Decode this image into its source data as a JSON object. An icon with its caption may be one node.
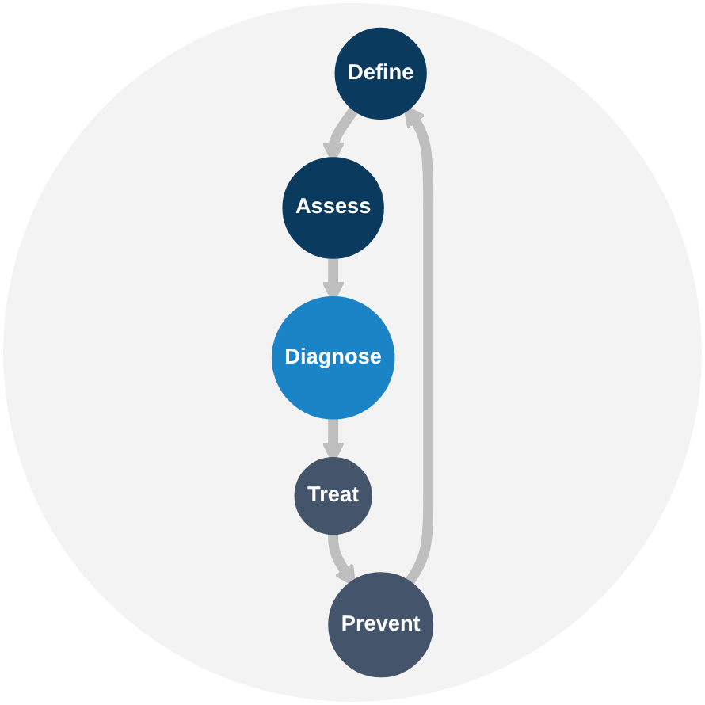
{
  "diagram": {
    "nodes": [
      {
        "text": [
          "Define"
        ]
      },
      {
        "text": [
          "Assess"
        ]
      },
      {
        "text": [
          "Diagnose"
        ]
      },
      {
        "text": [
          "Treat"
        ]
      },
      {
        "text": [
          "Prevent"
        ]
      }
    ],
    "edges": [
      {
        "from": 0,
        "to": 1,
        "arrow": "to"
      },
      {
        "from": 1,
        "to": 2,
        "arrow": "to"
      },
      {
        "from": 2,
        "to": 3,
        "arrow": "to"
      },
      {
        "from": 3,
        "to": 4,
        "arrow": "to"
      },
      {
        "from": 4,
        "to": 0,
        "arrow": "to"
      }
    ]
  }
}
